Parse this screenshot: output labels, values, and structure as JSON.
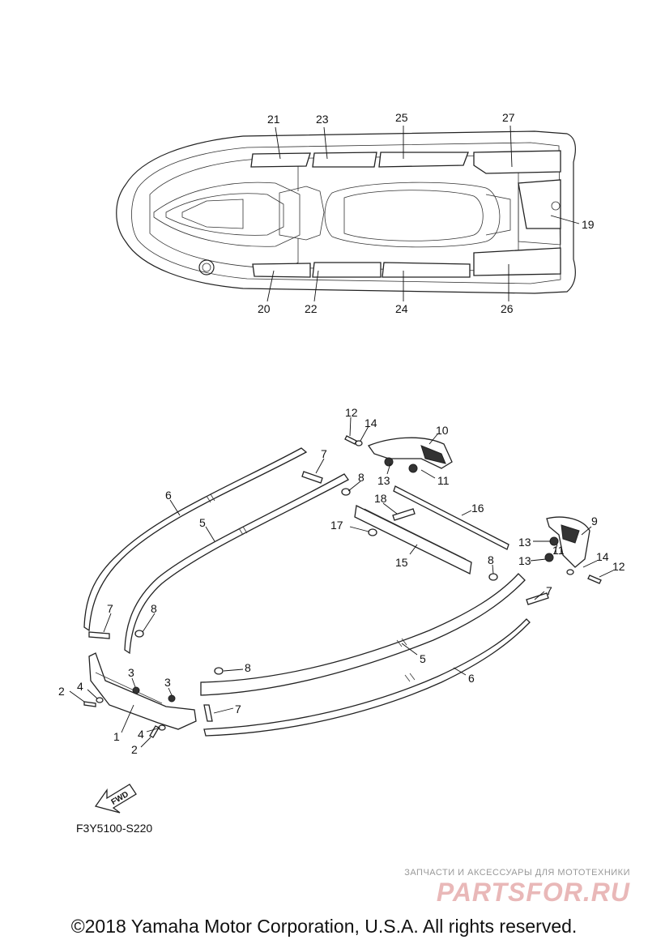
{
  "diagram": {
    "labels": [
      "21",
      "23",
      "25",
      "27",
      "19",
      "20",
      "22",
      "24",
      "26",
      "12",
      "14",
      "10",
      "7",
      "8",
      "13",
      "11",
      "6",
      "5",
      "18",
      "16",
      "17",
      "15",
      "9",
      "13",
      "11",
      "13",
      "14",
      "12",
      "8",
      "7",
      "7",
      "8",
      "5",
      "6",
      "3",
      "3",
      "2",
      "4",
      "1",
      "4",
      "2",
      "8",
      "7"
    ],
    "fwd": "FWD",
    "part_code": "F3Y5100-S220"
  },
  "watermark": {
    "tagline": "ЗАПЧАСТИ И АКСЕССУАРЫ ДЛЯ МОТОТЕХНИКИ",
    "logo": "PARTSFOR.RU"
  },
  "footer": {
    "copyright": "©2018 Yamaha Motor Corporation, U.S.A. All rights reserved."
  }
}
